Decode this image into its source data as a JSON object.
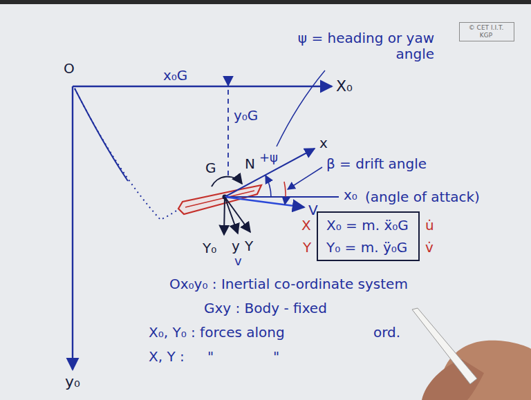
{
  "diagram": {
    "nodes": [
      {
        "text": [
          "© CET I.I.T. KGP"
        ]
      },
      {
        "text": [
          "X₀ = m. ẍ₀G",
          "Y₀ = m. ÿ₀G"
        ]
      }
    ],
    "labels": [
      "O",
      "x₀G",
      "X₀",
      "y₀G",
      "ψ = heading or yaw angle",
      "N",
      "G",
      "+ψ",
      "x",
      "β = drift angle",
      "x₀",
      "(angle of attack)",
      "V",
      "Y₀",
      "y",
      "Y",
      "v",
      "X",
      "Y",
      "u̇",
      "v̇",
      "y₀",
      "Ox₀y₀ : Inertial co-ordinate system",
      "Gxy : Body - fixed",
      "X₀, Y₀ : forces along",
      "ord.",
      "X, Y :",
      "\"",
      "\""
    ]
  }
}
